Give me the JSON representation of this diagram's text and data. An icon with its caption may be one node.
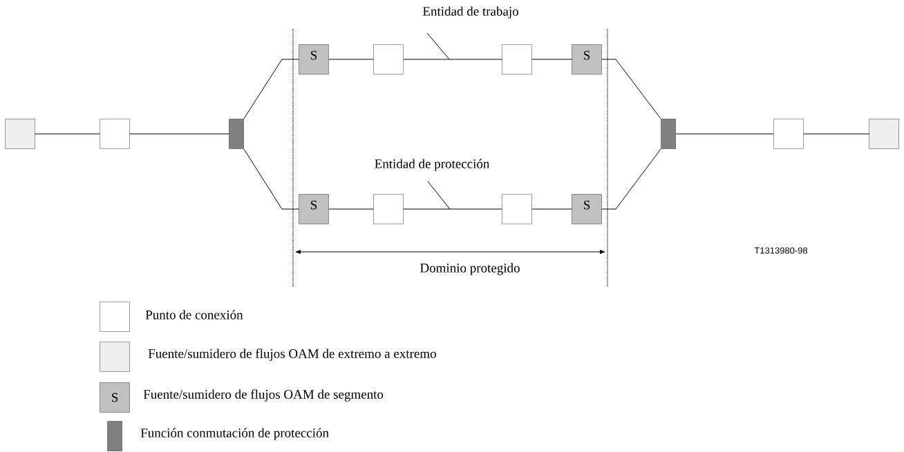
{
  "diagram": {
    "nodes": [
      {
        "text": [],
        "shape": "box"
      },
      {
        "text": [],
        "shape": "box"
      },
      {
        "text": [],
        "shape": "bar"
      },
      {
        "text": [
          "S"
        ]
      },
      {
        "text": [],
        "shape": "box"
      },
      {
        "text": [],
        "shape": "box"
      },
      {
        "text": [
          "S"
        ]
      },
      {
        "text": [
          "S"
        ]
      },
      {
        "text": [],
        "shape": "box"
      },
      {
        "text": [],
        "shape": "box"
      },
      {
        "text": [
          "S"
        ]
      },
      {
        "text": [],
        "shape": "bar"
      },
      {
        "text": [],
        "shape": "box"
      },
      {
        "text": [],
        "shape": "box"
      },
      {
        "text": [
          "Entidad de trabajo"
        ]
      },
      {
        "text": [
          "Entidad de protección"
        ]
      }
    ],
    "edges": [
      {
        "from": 0,
        "to": 1,
        "arrow": "none"
      },
      {
        "from": 1,
        "to": 2,
        "arrow": "none"
      },
      {
        "from": 2,
        "to": 3,
        "arrow": "none"
      },
      {
        "from": 3,
        "to": 4,
        "arrow": "none"
      },
      {
        "from": 4,
        "to": 5,
        "arrow": "none"
      },
      {
        "from": 5,
        "to": 6,
        "arrow": "none"
      },
      {
        "from": 6,
        "to": 11,
        "arrow": "none"
      },
      {
        "from": 2,
        "to": 7,
        "arrow": "none"
      },
      {
        "from": 7,
        "to": 8,
        "arrow": "none"
      },
      {
        "from": 8,
        "to": 9,
        "arrow": "none"
      },
      {
        "from": 9,
        "to": 10,
        "arrow": "none"
      },
      {
        "from": 10,
        "to": 11,
        "arrow": "none"
      },
      {
        "from": 11,
        "to": 12,
        "arrow": "none"
      },
      {
        "from": 12,
        "to": 13,
        "arrow": "none"
      },
      {
        "from": 14,
        "to": null,
        "arrow": "none"
      },
      {
        "from": 15,
        "to": null,
        "arrow": "none"
      }
    ],
    "labels": [
      "T1313980-98",
      "Dominio protegido",
      "S"
    ],
    "legend": [
      {
        "text": "Punto de conexión"
      },
      {
        "text": "Fuente/sumidero de flujos OAM de extremo a extremo",
        "color": "#eeeeee"
      },
      {
        "text": "Fuente/sumidero de flujos OAM de segmento",
        "color": "#c0c0c0"
      },
      {
        "text": "Función conmutación de protección",
        "color": "#808080"
      }
    ]
  }
}
